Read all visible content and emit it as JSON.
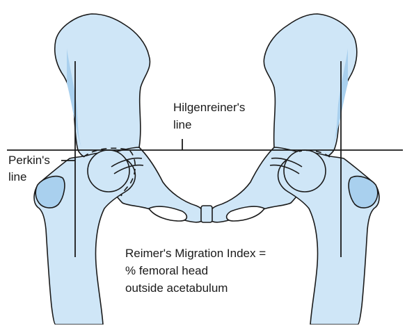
{
  "diagram": {
    "labels": {
      "hilgenreiner_line1": "Hilgenreiner's",
      "hilgenreiner_line2": "line",
      "perkin_line1": "Perkin's",
      "perkin_line2": "line",
      "reimer_line1": "Reimer's Migration Index =",
      "reimer_line2": "% femoral head",
      "reimer_line3": "outside acetabulum"
    },
    "colors": {
      "bone_fill": "#cfe6f7",
      "bone_shade": "#a9d0ee",
      "outline": "#1a1a1a",
      "background": "#ffffff"
    }
  }
}
